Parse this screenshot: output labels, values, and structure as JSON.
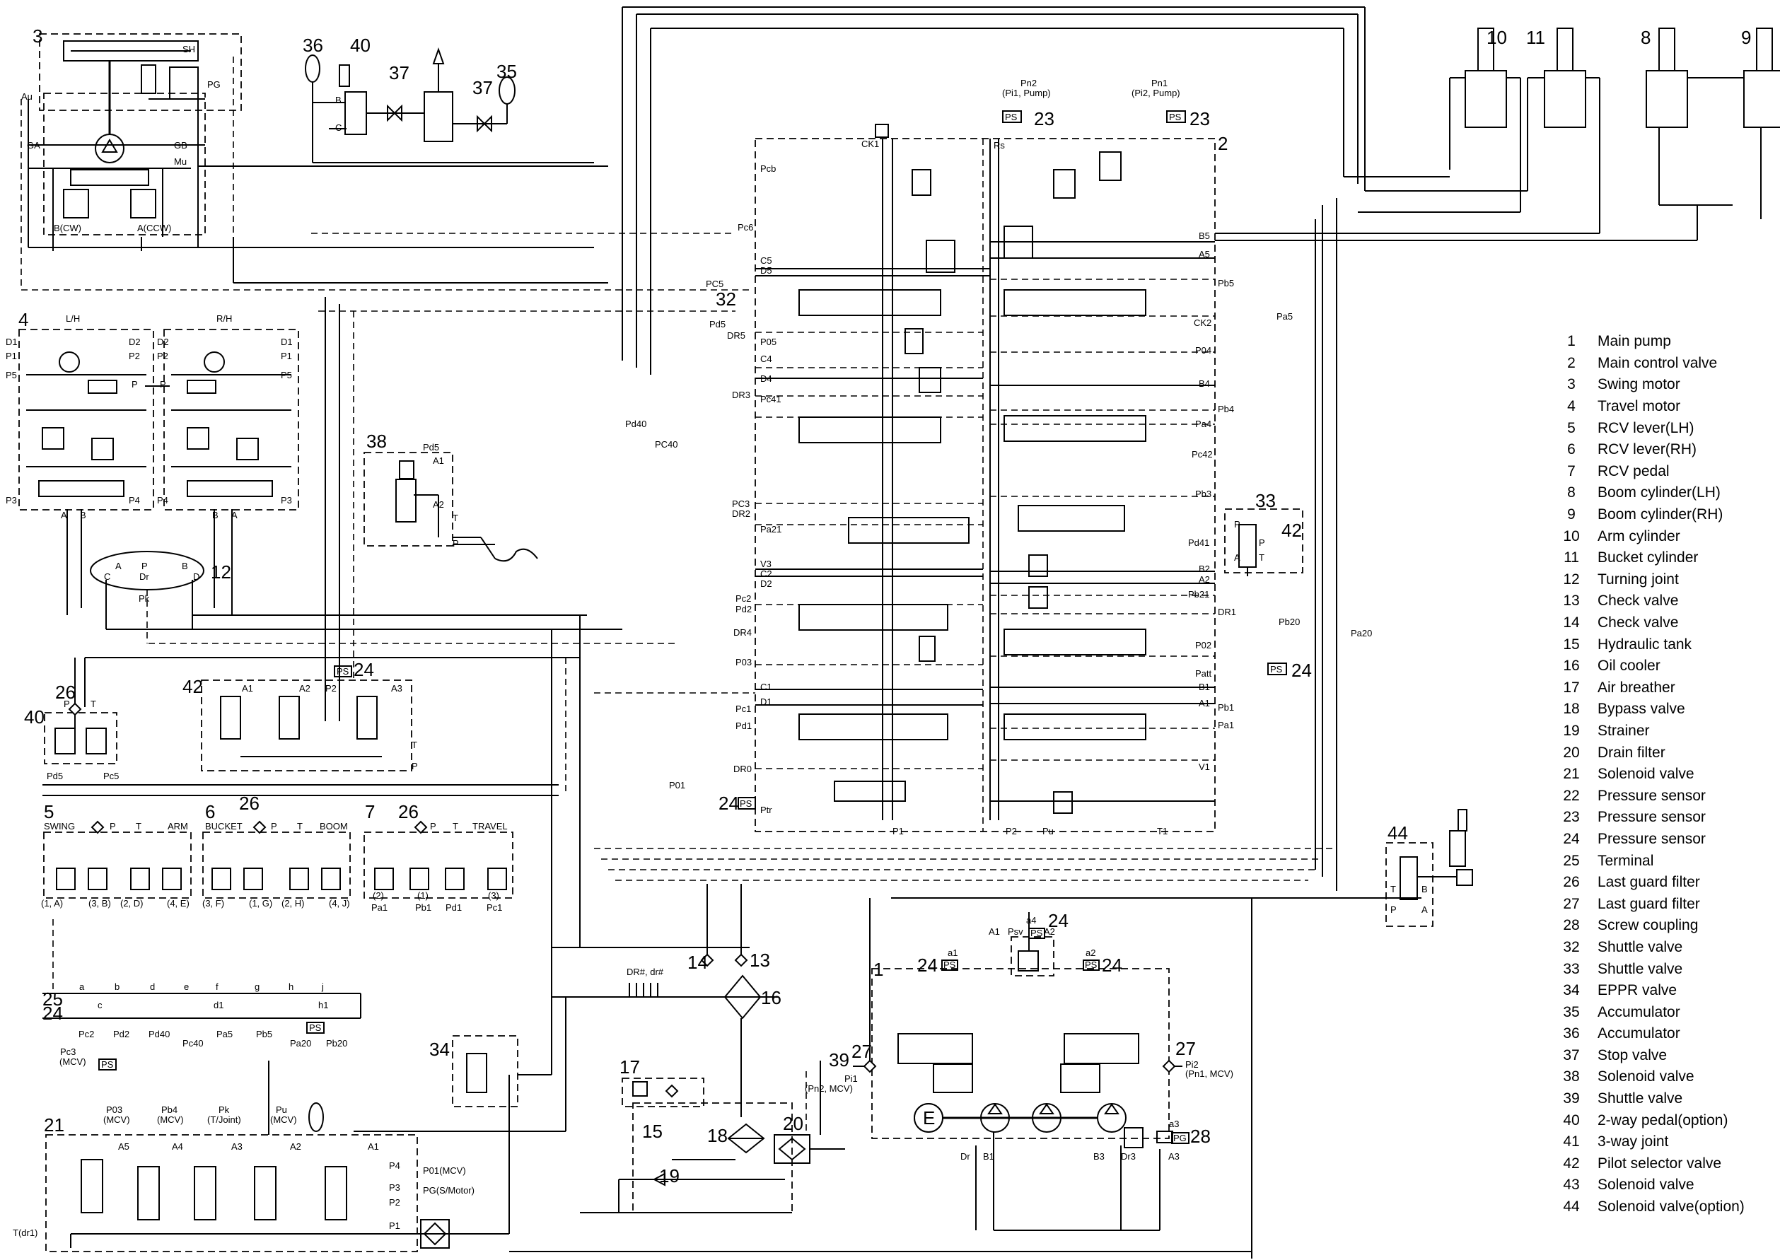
{
  "callouts": {
    "n1": "1",
    "n2": "2",
    "n3": "3",
    "n4": "4",
    "n5": "5",
    "n6": "6",
    "n7": "7",
    "n8": "8",
    "n9": "9",
    "n10": "10",
    "n11": "11",
    "n12": "12",
    "n13": "13",
    "n14": "14",
    "n15": "15",
    "n16": "16",
    "n17": "17",
    "n18": "18",
    "n19": "19",
    "n20": "20",
    "n21": "21",
    "n23a": "23",
    "n23b": "23",
    "n24a": "24",
    "n24b": "24",
    "n24c": "24",
    "n24d": "24",
    "n24e": "24",
    "n24f": "24",
    "n24g": "24",
    "n25": "25",
    "n26a": "26",
    "n26b": "26",
    "n26c": "26",
    "n27a": "27",
    "n27b": "27",
    "n28": "28",
    "n32": "32",
    "n33": "33",
    "n34": "34",
    "n35": "35",
    "n36": "36",
    "n37a": "37",
    "n37b": "37",
    "n38": "38",
    "n39": "39",
    "n40a": "40",
    "n40b": "40",
    "n42a": "42",
    "n42b": "42",
    "n44": "44"
  },
  "labels": {
    "sh": "SH",
    "pg": "PG",
    "au": "Au",
    "ga": "GA",
    "gb": "GB",
    "mu": "Mu",
    "bcw": "B(CW)",
    "accw": "A(CCW)",
    "lh": "L/H",
    "rh": "R/H",
    "d1": "D1",
    "p1": "P1",
    "p5": "P5",
    "d2": "D2",
    "p2": "P2",
    "p": "P",
    "p3": "P3",
    "p4": "P4",
    "a": "A",
    "b": "B",
    "c": "C",
    "d": "D",
    "dr": "Dr",
    "pk": "Pk",
    "t": "T",
    "pd5": "Pd5",
    "pc5": "PC5",
    "pc5b": "Pc5",
    "pn2": "Pn2",
    "pn2sub": "(Pi1, Pump)",
    "pn1": "Pn1",
    "pn1sub": "(Pi2, Pump)",
    "ps": "PS",
    "ck1": "CK1",
    "rs": "Rs",
    "pcb": "Pcb",
    "pc6": "Pc6",
    "c5": "C5",
    "d5": "D5",
    "dr5": "DR5",
    "p05": "P05",
    "c4": "C4",
    "dr3": "DR3",
    "pc41": "Pc41",
    "d4": "D4",
    "pd40": "Pd40",
    "pc40": "PC40",
    "pc3": "PC3",
    "dr2": "DR2",
    "pa21": "Pa21",
    "v3": "V3",
    "c2": "C2",
    "d2b": "D2",
    "pc2": "Pc2",
    "pd2": "Pd2",
    "dr4": "DR4",
    "p03": "P03",
    "c1": "C1",
    "d1b": "D1",
    "pc1": "Pc1",
    "pd1": "Pd1",
    "dr0": "DR0",
    "p01": "P01",
    "ptr": "Ptr",
    "p1b": "P1",
    "p2b": "P2",
    "pu": "Pu",
    "t1": "T1",
    "b5": "B5",
    "a5": "A5",
    "pb5": "Pb5",
    "pa5": "Pa5",
    "ck2": "CK2",
    "p04": "P04",
    "b4": "B4",
    "pb4": "Pb4",
    "pa4": "Pa4",
    "pc42": "Pc42",
    "pb3": "Pb3",
    "pd41": "Pd41",
    "b2": "B2",
    "a2": "A2",
    "pb21": "Pb21",
    "dr1": "DR1",
    "pb20": "Pb20",
    "pa20": "Pa20",
    "p02": "P02",
    "patt": "Patt",
    "b1": "B1",
    "a1": "A1",
    "pb1": "Pb1",
    "pa1": "Pa1",
    "v1": "V1",
    "a1s": "A1",
    "a2s": "A2",
    "a3s": "A3",
    "p2s": "P2",
    "swing": "SWING",
    "arm": "ARM",
    "bucket": "BUCKET",
    "boom": "BOOM",
    "travel": "TRAVEL",
    "p5a": "(1, A)",
    "p5b": "(3, B)",
    "p5c": "(2, D)",
    "p5d": "(4, E)",
    "p6a": "(3, F)",
    "p6b": "(1, G)",
    "p6c": "(2, H)",
    "p6d": "(4, J)",
    "p7a": "(2)",
    "p7b": "(1)",
    "p7c": "(3)",
    "pa1b": "Pa1",
    "pb1b": "Pb1",
    "pd1b": "Pd1",
    "pc1b": "Pc1",
    "ta": "a",
    "tb": "b",
    "tc": "c",
    "td": "d",
    "te": "e",
    "tf": "f",
    "tg": "g",
    "th": "h",
    "tj": "j",
    "td1": "d1",
    "th1": "h1",
    "tpc2": "Pc2",
    "tpd2": "Pd2",
    "tpd40": "Pd40",
    "tpc40": "Pc40",
    "tpa5": "Pa5",
    "tpb5": "Pb5",
    "tpa20": "Pa20",
    "tpb20": "Pb20",
    "pc3mcv": "Pc3",
    "mcv": "(MCV)",
    "drdr": "DR#, dr#",
    "a1p": "A1",
    "psv": "Psv",
    "a2p": "A2",
    "a4": "a4",
    "a1l": "a1",
    "a2l": "a2",
    "a3l": "a3",
    "e": "E",
    "pi1": "Pi1",
    "pn2mcv": "(Pn2, MCV)",
    "pi2": "Pi2",
    "pn1mcv": "(Pn1, MCV)",
    "drp": "Dr",
    "b1p": "B1",
    "b3": "B3",
    "dr3p": "Dr3",
    "a3p": "A3",
    "pgp": "PG",
    "s_p03": "P03",
    "s_pb4": "Pb4",
    "s_pk": "Pk",
    "s_pu": "Pu",
    "s_mcv1": "(MCV)",
    "s_mcv2": "(MCV)",
    "s_tj": "(T/Joint)",
    "s_mcv3": "(MCV)",
    "a5s": "A5",
    "a4s": "A4",
    "a3ss": "A3",
    "a2ss": "A2",
    "a1ss": "A1",
    "p4s": "P4",
    "p3s": "P3",
    "p2ss": "P2",
    "p1s": "P1",
    "p01mcv": "P01(MCV)",
    "pgsm": "PG(S/Motor)",
    "tdr1": "T(dr1)"
  },
  "legend": [
    {
      "num": "1",
      "name": "Main pump"
    },
    {
      "num": "2",
      "name": "Main control valve"
    },
    {
      "num": "3",
      "name": "Swing motor"
    },
    {
      "num": "4",
      "name": "Travel motor"
    },
    {
      "num": "5",
      "name": "RCV lever(LH)"
    },
    {
      "num": "6",
      "name": "RCV lever(RH)"
    },
    {
      "num": "7",
      "name": "RCV pedal"
    },
    {
      "num": "8",
      "name": "Boom cylinder(LH)"
    },
    {
      "num": "9",
      "name": "Boom cylinder(RH)"
    },
    {
      "num": "10",
      "name": "Arm cylinder"
    },
    {
      "num": "11",
      "name": "Bucket cylinder"
    },
    {
      "num": "12",
      "name": "Turning joint"
    },
    {
      "num": "13",
      "name": "Check valve"
    },
    {
      "num": "14",
      "name": "Check valve"
    },
    {
      "num": "15",
      "name": "Hydraulic tank"
    },
    {
      "num": "16",
      "name": "Oil cooler"
    },
    {
      "num": "17",
      "name": "Air breather"
    },
    {
      "num": "18",
      "name": "Bypass valve"
    },
    {
      "num": "19",
      "name": "Strainer"
    },
    {
      "num": "20",
      "name": "Drain filter"
    },
    {
      "num": "21",
      "name": "Solenoid valve"
    },
    {
      "num": "22",
      "name": "Pressure sensor"
    },
    {
      "num": "23",
      "name": "Pressure sensor"
    },
    {
      "num": "24",
      "name": "Pressure sensor"
    },
    {
      "num": "25",
      "name": "Terminal"
    },
    {
      "num": "26",
      "name": "Last guard filter"
    },
    {
      "num": "27",
      "name": "Last guard filter"
    },
    {
      "num": "28",
      "name": "Screw coupling"
    },
    {
      "num": "32",
      "name": "Shuttle valve"
    },
    {
      "num": "33",
      "name": "Shuttle valve"
    },
    {
      "num": "34",
      "name": "EPPR valve"
    },
    {
      "num": "35",
      "name": "Accumulator"
    },
    {
      "num": "36",
      "name": "Accumulator"
    },
    {
      "num": "37",
      "name": "Stop valve"
    },
    {
      "num": "38",
      "name": "Solenoid valve"
    },
    {
      "num": "39",
      "name": "Shuttle valve"
    },
    {
      "num": "40",
      "name": "2-way pedal(option)"
    },
    {
      "num": "41",
      "name": "3-way joint"
    },
    {
      "num": "42",
      "name": "Pilot selector valve"
    },
    {
      "num": "43",
      "name": "Solenoid valve"
    },
    {
      "num": "44",
      "name": "Solenoid valve(option)"
    }
  ]
}
